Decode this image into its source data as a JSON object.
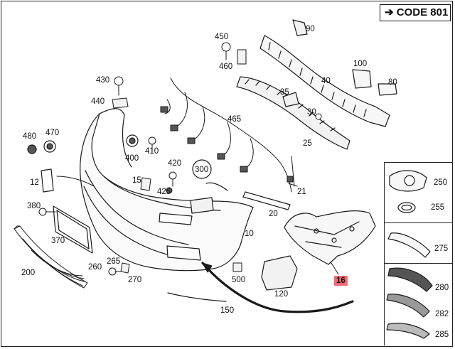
{
  "code_label": "CODE 801",
  "code_arrow": "➔",
  "parts": [
    {
      "id": "p90",
      "label": "90"
    },
    {
      "id": "p450",
      "label": "450"
    },
    {
      "id": "p460",
      "label": "460"
    },
    {
      "id": "p100",
      "label": "100"
    },
    {
      "id": "p40",
      "label": "40"
    },
    {
      "id": "p80",
      "label": "80"
    },
    {
      "id": "p430",
      "label": "430"
    },
    {
      "id": "p35",
      "label": "35"
    },
    {
      "id": "p440",
      "label": "440"
    },
    {
      "id": "p30",
      "label": "30"
    },
    {
      "id": "p465",
      "label": "465"
    },
    {
      "id": "p480",
      "label": "480"
    },
    {
      "id": "p470",
      "label": "470"
    },
    {
      "id": "p25",
      "label": "25"
    },
    {
      "id": "p410",
      "label": "410"
    },
    {
      "id": "p400",
      "label": "400"
    },
    {
      "id": "p420",
      "label": "420"
    },
    {
      "id": "p300",
      "label": "300"
    },
    {
      "id": "p250",
      "label": "250"
    },
    {
      "id": "p12",
      "label": "12"
    },
    {
      "id": "p15",
      "label": "15"
    },
    {
      "id": "p425",
      "label": "425"
    },
    {
      "id": "p21",
      "label": "21"
    },
    {
      "id": "p255",
      "label": "255"
    },
    {
      "id": "p380",
      "label": "380"
    },
    {
      "id": "p20",
      "label": "20"
    },
    {
      "id": "p10",
      "label": "10"
    },
    {
      "id": "p370",
      "label": "370"
    },
    {
      "id": "p275",
      "label": "275"
    },
    {
      "id": "p265",
      "label": "265"
    },
    {
      "id": "p260",
      "label": "260"
    },
    {
      "id": "p270",
      "label": "270"
    },
    {
      "id": "p200",
      "label": "200"
    },
    {
      "id": "p500",
      "label": "500"
    },
    {
      "id": "p120",
      "label": "120"
    },
    {
      "id": "p280",
      "label": "280"
    },
    {
      "id": "p282",
      "label": "282"
    },
    {
      "id": "p150",
      "label": "150"
    },
    {
      "id": "p285",
      "label": "285"
    }
  ],
  "highlighted_part": {
    "label": "16",
    "color": "#f36a6f"
  },
  "colors": {
    "line": "#1a1a1a",
    "fill_light": "#f2f2f2",
    "fill_dark": "#555555",
    "highlight": "#f36a6f"
  }
}
